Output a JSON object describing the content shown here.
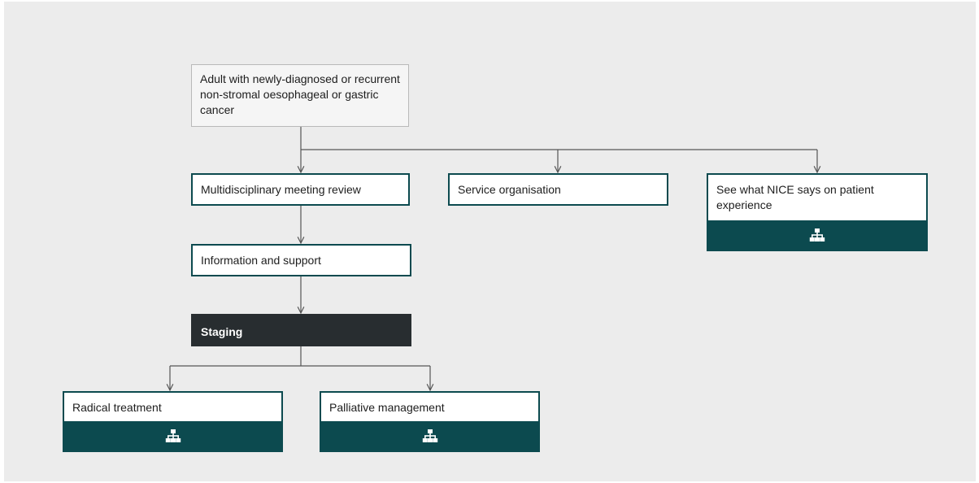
{
  "nodes": {
    "start": "Adult with newly-diagnosed or recurrent non-stromal oesophageal or gastric cancer",
    "mdt_review": "Multidisciplinary meeting review",
    "service_org": "Service organisation",
    "patient_experience": "See what NICE says on patient experience",
    "info_support": "Information and support",
    "staging": "Staging",
    "radical": "Radical treatment",
    "palliative": "Palliative management"
  },
  "icons": {
    "pathway_link": "hierarchy-icon"
  },
  "colors": {
    "teal": "#0c4a4f",
    "dark": "#282d30",
    "background": "#ececec"
  }
}
